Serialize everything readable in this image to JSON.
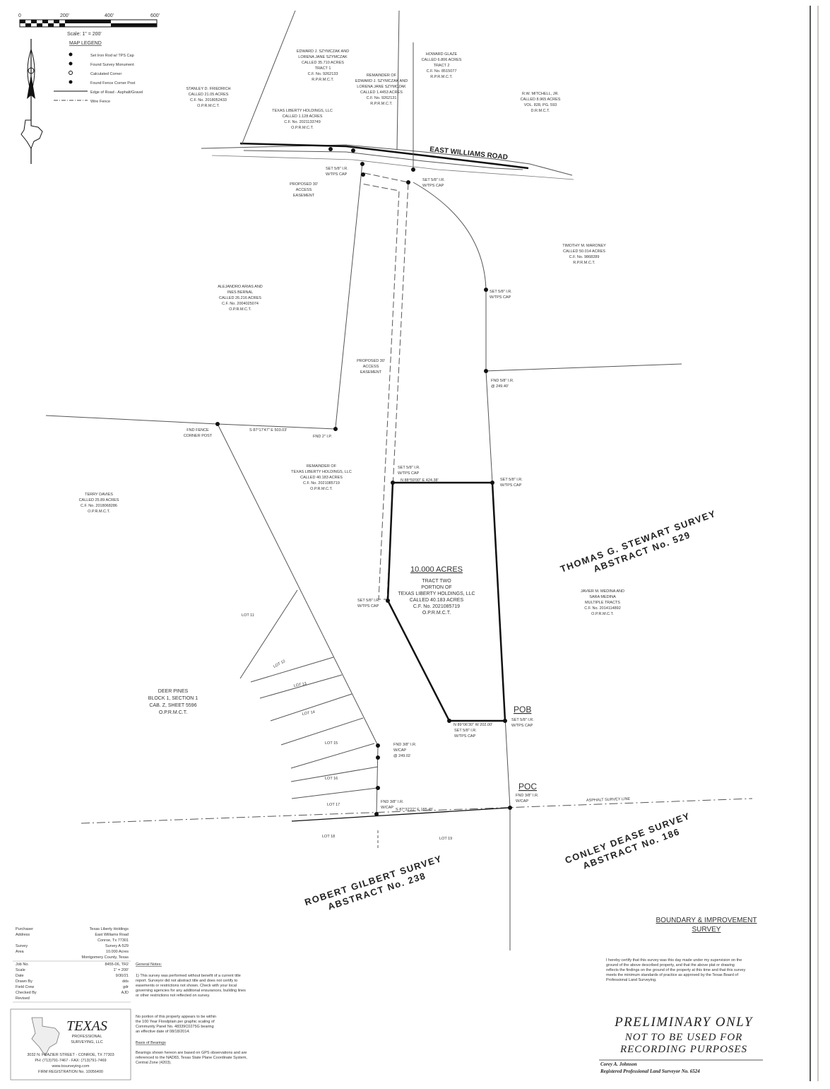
{
  "scale_bar": {
    "ticks": [
      "0",
      "200'",
      "400'",
      "600'"
    ],
    "label": "Scale: 1\" = 200'"
  },
  "legend": {
    "title": "MAP LEGEND",
    "items": [
      "Set Iron Rod w/ TPS Cap",
      "Found Survey Monument",
      "Calculated Corner",
      "Found Fence Corner Post",
      "Edge of Road - Asphalt/Gravel",
      "Wire Fence"
    ]
  },
  "road": {
    "name": "EAST WILLIAMS ROAD"
  },
  "surveys": {
    "stewart": [
      "THOMAS G. STEWART SURVEY",
      "ABSTRACT No. 529"
    ],
    "dease": [
      "CONLEY DEASE SURVEY",
      "ABSTRACT No. 186"
    ],
    "gilbert": [
      "ROBERT GILBERT SURVEY",
      "ABSTRACT No. 238"
    ]
  },
  "tract": {
    "acres": "10.000 ACRES",
    "lines": [
      "TRACT TWO",
      "PORTION OF",
      "TEXAS LIBERTY HOLDINGS, LLC",
      "CALLED 40.183 ACRES",
      "C.F. No. 2021085719",
      "O.P.R.M.C.T."
    ]
  },
  "parcels": {
    "friedrich": [
      "STANLEY D. FRIEDRICH",
      "CALLED 21.05 ACRES",
      "C.F. No. 2018052433",
      "O.P.R.M.C.T."
    ],
    "szymczak": [
      "EDWARD J. SZYMCZAK AND",
      "LORENA JANE SZYMCZAK",
      "CALLED 35.710 ACRES",
      "TRACT 1",
      "C.F. No. 9262133",
      "R.P.R.M.C.T."
    ],
    "remainder_szymczak": [
      "REMAINDER OF",
      "EDWARD J. SZYMCZAK AND",
      "LORENA JANE SZYMCZAK",
      "CALLED 1.4453 ACRES",
      "C.F. No. 9262131",
      "R.P.R.M.C.T."
    ],
    "glaze": [
      "HOWARD GLAZE",
      "CALLED 6.806 ACRES",
      "TRACT 2",
      "C.F. No. 8515077",
      "R.P.R.M.C.T."
    ],
    "mitchell": [
      "R.W. MITCHELL, JR.",
      "CALLED 8.965 ACRES",
      "VOL. 828, PG. 593",
      "D.R.M.C.T."
    ],
    "tlh_small": [
      "TEXAS LIBERTY HOLDINGS, LLC",
      "CALLED 1.128 ACRES",
      "C.F. No. 2021133749",
      "O.P.R.M.C.T."
    ],
    "maroney": [
      "TIMOTHY M. MARONEY",
      "CALLED 50.014 ACRES",
      "C.F. No. 9868289",
      "R.P.R.M.C.T."
    ],
    "arias": [
      "ALEJANDRO ARIAS AND",
      "INES BERNAL",
      "CALLED 26.216 ACRES",
      "C.F. No. 2004025074",
      "O.P.R.M.C.T."
    ],
    "remainder_tlh": [
      "REMAINDER OF",
      "TEXAS LIBERTY HOLDINGS, LLC",
      "CALLED 40.183 ACRES",
      "C.F. No. 2021085719",
      "O.P.R.M.C.T."
    ],
    "davies": [
      "TERRY DAVIES",
      "CALLED 25.89 ACRES",
      "C.F. No. 2018068286",
      "O.P.R.M.C.T."
    ],
    "medina": [
      "JAVIER M. MEDINA AND",
      "SARA MEDINA",
      "MULTIPLE TRACTS",
      "C.F. No. 2014114892",
      "O.P.R.M.C.T."
    ],
    "deer_pines": [
      "DEER PINES",
      "BLOCK 1, SECTION 1",
      "CAB. Z, SHEET 5596",
      "O.P.R.M.C.T."
    ]
  },
  "lots": [
    "LOT 11",
    "LOT 12",
    "LOT 13",
    "LOT 14",
    "LOT 15",
    "LOT 16",
    "LOT 17",
    "LOT 18",
    "LOT 19"
  ],
  "annotations": {
    "access_north": [
      "PROPOSED 30'",
      "ACCESS",
      "EASEMENT"
    ],
    "access_mid": [
      "PROPOSED 30'",
      "ACCESS",
      "EASEMENT"
    ],
    "fence_post": [
      "FND FENCE",
      "CORNER POST"
    ],
    "fnd_ip": "FND 2\" I.P.",
    "set_ir_cap": [
      "SET 5/8\" I.R.",
      "W/TPS CAP"
    ],
    "fnd_ir_east": [
      "FND 5/8\" I.R.",
      "@ 249.40'"
    ],
    "fnd_ir_sw": [
      "FND 3/8\" I.R.",
      "W/CAP",
      "@ 249.02"
    ],
    "fnd_ir_bottom": [
      "FND 3/8\" I.R.",
      "W/CAP"
    ],
    "fnd_ir_poc": [
      "FND 3/8\" I.R.",
      "W/CAP"
    ],
    "pob": "POB",
    "poc": "POC",
    "bearing_top": "N 88°59'00\" E 424.38'",
    "bearing_bottom": "S 87°32'22\" E 185.45'",
    "bearing_fence": "S 87°17'47\" E 503.03'",
    "bearing_pob": "N 89°06'30\" W 202.00'",
    "cc_line": "ASPHALT SURVEY LINE"
  },
  "title_block": {
    "labels": [
      "Purchaser",
      "Address",
      "",
      "Survey",
      "Area",
      "",
      "Job No.",
      "Scale",
      "Date",
      "Drawn By",
      "Field Crew",
      "Checked By",
      "Revised"
    ],
    "values": [
      "Texas Liberty Holdings",
      "East Williams Road",
      "Conroe, Tx 77301",
      "Survey A-529",
      "10.000 Acres",
      "Montgomery County, Texas",
      "8455-06, TR2",
      "1\" = 200'",
      "9/30/21",
      "dds",
      "gdr",
      "AJD",
      ""
    ]
  },
  "general_notes": {
    "heading": "General Notes:",
    "note1": [
      "1) This survey was performed without benefit of a current title",
      "report. Surveyor did not abstract title and does not certify to",
      "easements or restrictions not shown. Check with your local",
      "governing agencies for any additional ensurances, building lines",
      "or other restrictions not reflected on survey."
    ],
    "note2": [
      "No portion of this property appears to be within",
      "the 100 Year Floodplain per graphic scaling of",
      "Community Panel No. 48339C0275G bearing",
      "an effective date of 08/18/2014."
    ],
    "basis_heading": "Basis of Bearings",
    "basis": [
      "Bearings shown hereon are based on GPS observations and are",
      "referenced to the NAD83, Texas State Plane Coordinate System,",
      "Central Zone (4203)."
    ]
  },
  "company": {
    "name_big": "TEXAS",
    "name_small": "PROFESSIONAL",
    "name_small2": "SURVEYING, LLC",
    "address": "3032 N. FRAZIER STREET - CONROE, TX 77303",
    "phone": "PH: (713)791-7467  -  FAX: (713)791-7469",
    "web": "www.txsurveying.com",
    "firm": "FIRM REGISTRATION No. 10056400"
  },
  "boundary_title": [
    "BOUNDARY & IMPROVEMENT",
    "SURVEY"
  ],
  "certification": [
    "I hereby certify that this survey was this day made under my supervision on the",
    "ground of the above described property, and that the above plat or drawing",
    "reflects the findings on the ground of the property at this time and that this survey",
    "meets the minimum standards of practice as approved by the Texas Board of",
    "Professional Land Surveying."
  ],
  "prelim": [
    "PRELIMINARY ONLY",
    "NOT TO BE USED FOR",
    "RECORDING PURPOSES"
  ],
  "surveyor": [
    "Corey A. Johnson",
    "Registered Professional Land Surveyor No. 6524"
  ]
}
